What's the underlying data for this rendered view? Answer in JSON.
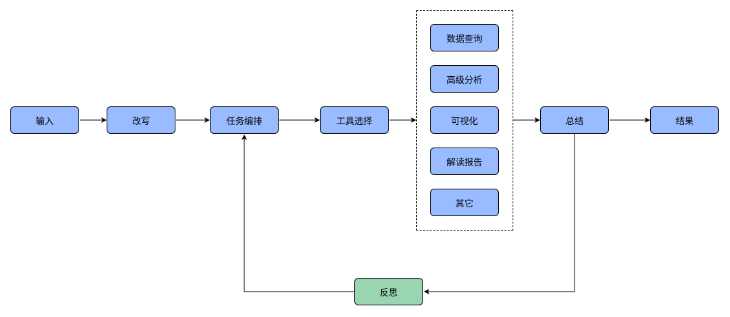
{
  "colors": {
    "node_fill": "#99bbff",
    "reflect_fill": "#9ad5b2",
    "stroke": "#000000"
  },
  "nodes": {
    "input": "输入",
    "rewrite": "改写",
    "task_orchestration": "任务编排",
    "tool_selection": "工具选择",
    "summary": "总结",
    "result": "结果",
    "reflection": "反思"
  },
  "tools": {
    "data_query": "数据查询",
    "advanced_analysis": "高级分析",
    "visualization": "可视化",
    "report_interpretation": "解读报告",
    "other": "其它"
  }
}
